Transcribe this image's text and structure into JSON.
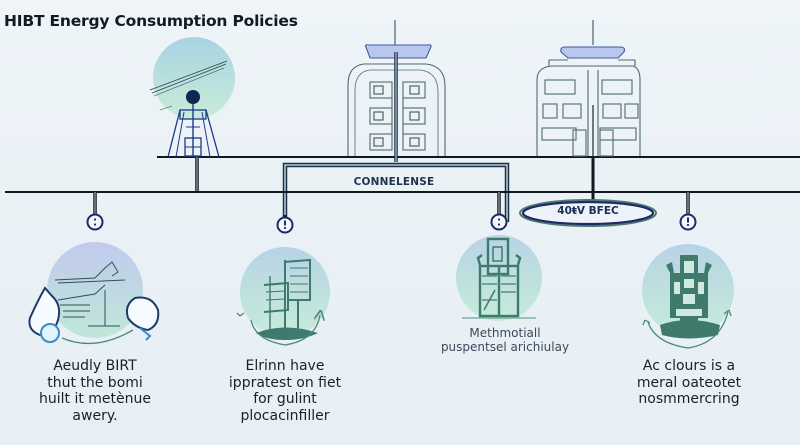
{
  "title": "HIBT Energy Consumption Policies",
  "bridge_label": "CONNELENSE",
  "ellipse_label": "40ŧV BFEC",
  "colors": {
    "background": "#e9f1f6",
    "line": "#111820",
    "node_ring": "#1e2a66",
    "accent_teal": "#3f7a6c",
    "accent_blue": "#9fb0e8"
  },
  "icons": {
    "node_icon": "exclamation-info-icon",
    "top_left": "person-antenna-icon",
    "top_center": "data-center-building-icon",
    "top_right": "office-building-icon"
  },
  "nodes": [
    {
      "name": "node-1",
      "icon": "hand-device-icon",
      "caption": [
        "Aeudly BIRT",
        "thut the bomi",
        "huilt it metènue",
        "awery."
      ]
    },
    {
      "name": "node-2",
      "icon": "factory-tower-icon",
      "caption": [
        "Elrinn have",
        "ippratest on fiet",
        "for gulint",
        "plocacinfiller"
      ]
    },
    {
      "name": "node-3",
      "icon": "industrial-tower-icon",
      "caption": [
        "Methmotiall",
        "puspentsel arichiulay"
      ]
    },
    {
      "name": "node-4",
      "icon": "plant-tower-icon",
      "caption": [
        "Ac clours is a",
        "meral oateotet",
        "nosmmercring"
      ]
    }
  ]
}
